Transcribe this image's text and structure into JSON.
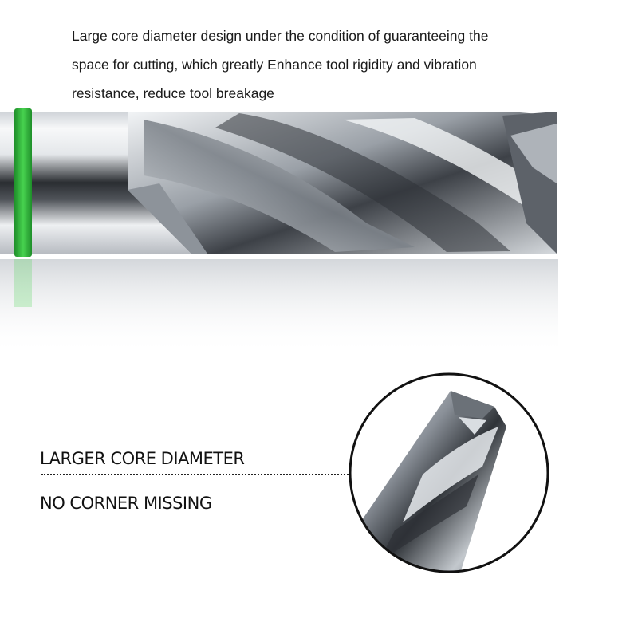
{
  "description": {
    "line1": "Large core diameter design under the condition of guaranteeing the",
    "line2": "space for cutting, which greatly Enhance tool rigidity and vibration",
    "line3": "resistance, reduce tool breakage"
  },
  "callout": {
    "line1": "LARGER CORE DIAMETER",
    "line2": "NO CORNER MISSING"
  },
  "colors": {
    "ring": "#2fb53a",
    "steel_light": "#e9ecef",
    "steel_dark": "#3c4046",
    "text": "#1a1a1a"
  }
}
